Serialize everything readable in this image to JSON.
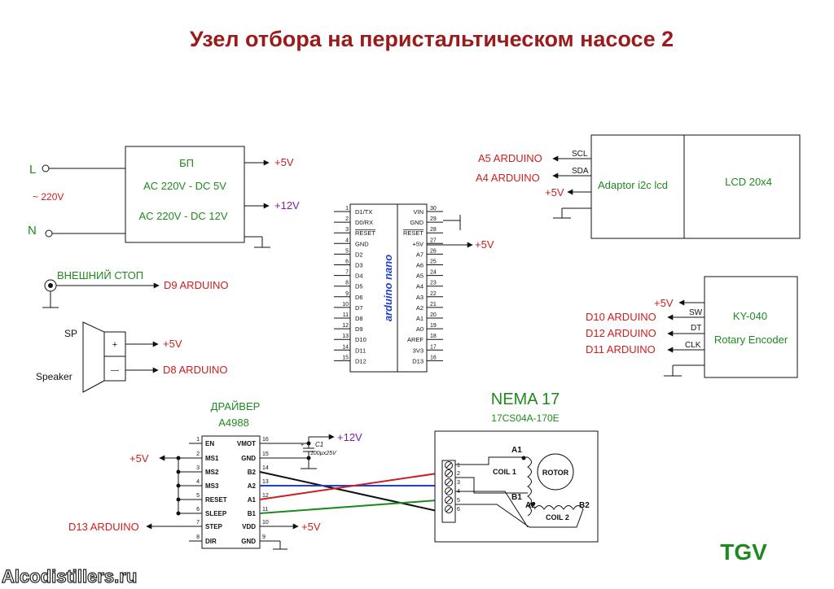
{
  "title": "Узел отбора на перистальтическом насосе 2",
  "signature": "TGV",
  "watermark": "Alcodistillers.ru",
  "colors": {
    "red": "#cc1e1e",
    "green": "#1e8a1e",
    "blue": "#1f3fd0",
    "purple": "#7a1fa0",
    "dark": "#111111"
  },
  "power": {
    "l": "L",
    "n": "N",
    "ac": "~ 220V",
    "name": "БП",
    "line1": "AC 220V - DC 5V",
    "line2": "AC 220V - DC 12V",
    "out5": "+5V",
    "out12": "+12V"
  },
  "stop": {
    "label": "ВНЕШНИЙ СТОП",
    "target": "D9 ARDUINO"
  },
  "speaker": {
    "sp": "SP",
    "name": "Speaker",
    "plus": "+",
    "minus": "—",
    "out_plus": "+5V",
    "out_minus": "D8 ARDUINO"
  },
  "arduino": {
    "name": "arduino nano",
    "left_pins": [
      "1",
      "2",
      "3",
      "4",
      "5",
      "6",
      "7",
      "8",
      "9",
      "10",
      "11",
      "12",
      "13",
      "14",
      "15"
    ],
    "left_names": [
      "D1/TX",
      "D0/RX",
      "RESET",
      "GND",
      "D2",
      "D3",
      "D4",
      "D5",
      "D6",
      "D7",
      "D8",
      "D9",
      "D10",
      "D11",
      "D12"
    ],
    "right_pins": [
      "30",
      "29",
      "28",
      "27",
      "26",
      "25",
      "24",
      "23",
      "22",
      "21",
      "20",
      "19",
      "18",
      "17",
      "16"
    ],
    "right_names": [
      "VIN",
      "GND",
      "RESET",
      "+5V",
      "A7",
      "A6",
      "A5",
      "A4",
      "A3",
      "A2",
      "A1",
      "A0",
      "AREF",
      "3V3",
      "D13"
    ],
    "out5": "+5V"
  },
  "lcd": {
    "adaptor": "Adaptor i2c lcd",
    "display": "LCD 20x4",
    "scl": "SCL",
    "sda": "SDA",
    "a5": "A5 ARDUINO",
    "a4": "A4 ARDUINO",
    "v5": "+5V"
  },
  "encoder": {
    "line1": "KY-040",
    "line2": "Rotary Encoder",
    "sw": "SW",
    "dt": "DT",
    "clk": "CLK",
    "v5": "+5V",
    "d10": "D10 ARDUINO",
    "d12": "D12 ARDUINO",
    "d11": "D11 ARDUINO"
  },
  "driver": {
    "line1": "ДРАЙВЕР",
    "line2": "A4988",
    "left_pins": [
      "1",
      "2",
      "3",
      "4",
      "5",
      "6",
      "7",
      "8"
    ],
    "left_names": [
      "EN",
      "MS1",
      "MS2",
      "MS3",
      "RESET",
      "SLEEP",
      "STEP",
      "DIR"
    ],
    "right_pins": [
      "16",
      "15",
      "14",
      "13",
      "12",
      "11",
      "10",
      "9"
    ],
    "right_names": [
      "VMOT",
      "GND",
      "B2",
      "A2",
      "A1",
      "B1",
      "VDD",
      "GND"
    ],
    "v5_left": "+5V",
    "d13": "D13 ARDUINO",
    "v12": "+12V",
    "v5_vdd": "+5V",
    "cap_name": "C1",
    "cap_value": "100µх25V",
    "cap_plus": "+"
  },
  "motor": {
    "name": "NEMA 17",
    "model": "17CS04A-170E",
    "pins": [
      "1",
      "2",
      "3",
      "4",
      "5",
      "6"
    ],
    "a1": "A1",
    "b1": "B1",
    "a2": "A2",
    "b2": "B2",
    "coil1": "COIL 1",
    "coil2": "COIL 2",
    "rotor": "ROTOR"
  }
}
